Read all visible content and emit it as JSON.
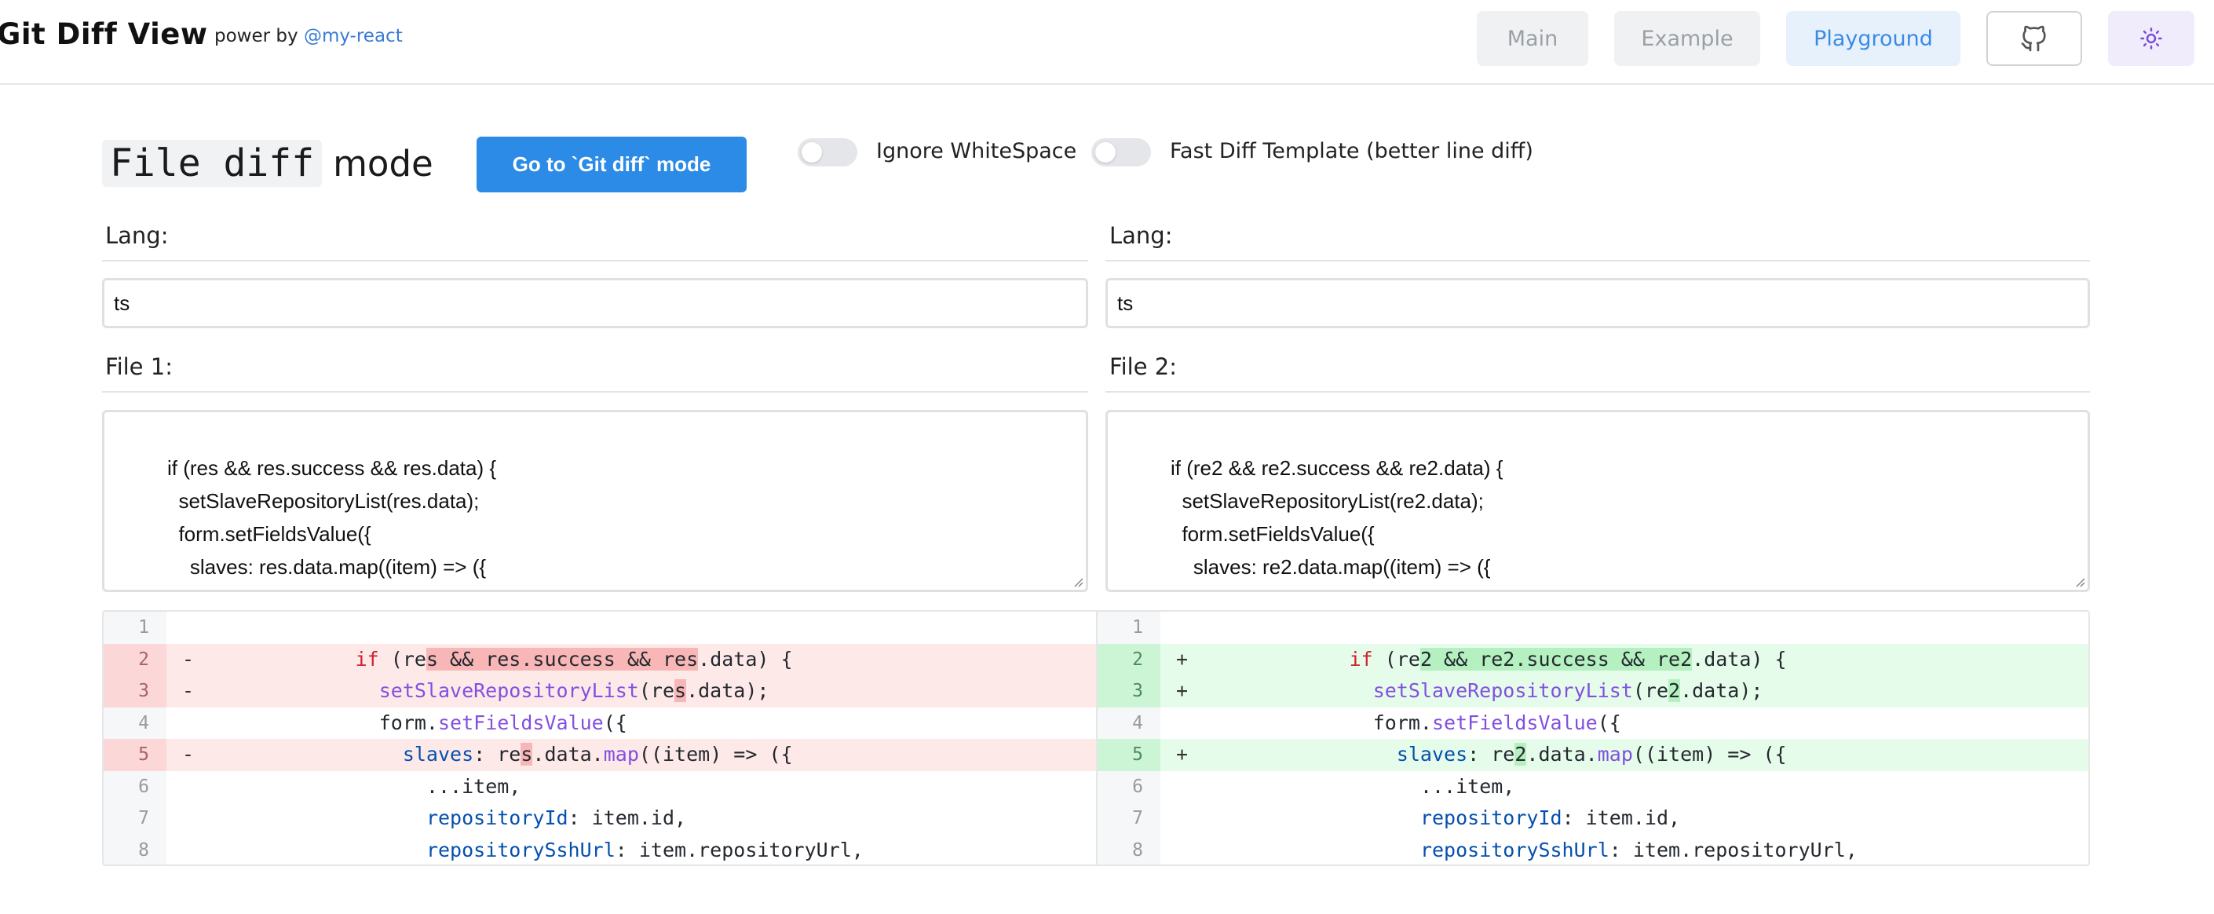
{
  "header": {
    "brand": "Git Diff View",
    "powered_prefix": "power by",
    "powered_link": "@my-react",
    "nav": {
      "main": "Main",
      "example": "Example",
      "playground": "Playground"
    },
    "icons": {
      "github": "github-icon",
      "theme": "sun-icon"
    },
    "colors": {
      "playground_text": "#3c8ae6",
      "theme_bg": "#f1ecfb"
    }
  },
  "controls": {
    "mode_code": "File diff",
    "mode_word": "mode",
    "switch_button": "Go to `Git diff` mode",
    "ignore_whitespace_label": "Ignore WhiteSpace",
    "ignore_whitespace_on": false,
    "fast_diff_label": "Fast Diff Template (better line diff)",
    "fast_diff_on": false,
    "accent": "#2b8be6"
  },
  "left": {
    "lang_label": "Lang:",
    "lang_value": "ts",
    "file_label": "File 1:",
    "file_text": "\nif (res && res.success && res.data) {\n  setSlaveRepositoryList(res.data);\n  form.setFieldsValue({\n    slaves: res.data.map((item) => ({"
  },
  "right": {
    "lang_label": "Lang:",
    "lang_value": "ts",
    "file_label": "File 2:",
    "file_text": "\nif (re2 && re2.success && re2.data) {\n  setSlaveRepositoryList(re2.data);\n  form.setFieldsValue({\n    slaves: re2.data.map((item) => ({"
  },
  "diff": {
    "colors": {
      "deleted": "#fee9e9",
      "added": "#e6fcea"
    },
    "left_rows": [
      {
        "num": "1",
        "sign": "",
        "type": "context"
      },
      {
        "num": "2",
        "sign": "-",
        "type": "del"
      },
      {
        "num": "3",
        "sign": "-",
        "type": "del"
      },
      {
        "num": "4",
        "sign": "",
        "type": "context"
      },
      {
        "num": "5",
        "sign": "-",
        "type": "del"
      },
      {
        "num": "6",
        "sign": "",
        "type": "context"
      },
      {
        "num": "7",
        "sign": "",
        "type": "context"
      },
      {
        "num": "8",
        "sign": "",
        "type": "context"
      }
    ],
    "right_rows": [
      {
        "num": "1",
        "sign": "",
        "type": "context"
      },
      {
        "num": "2",
        "sign": "+",
        "type": "add"
      },
      {
        "num": "3",
        "sign": "+",
        "type": "add"
      },
      {
        "num": "4",
        "sign": "",
        "type": "context"
      },
      {
        "num": "5",
        "sign": "+",
        "type": "add"
      },
      {
        "num": "6",
        "sign": "",
        "type": "context"
      },
      {
        "num": "7",
        "sign": "",
        "type": "context"
      },
      {
        "num": "8",
        "sign": "",
        "type": "context"
      }
    ],
    "tokens": {
      "if": "if",
      "open": " (",
      "l_res1": "re",
      "l_res1_hl": "s && res.success && res",
      "r_res1": "re",
      "r_res1_hl": "2 && re2.success && re2",
      "data_close": ".data) {",
      "setSlave": "setSlaveRepositoryList",
      "l_arg_pre": "(re",
      "l_arg_hl": "s",
      "r_arg_hl": "2",
      "arg_post": ".data);",
      "form": "form.",
      "setFields": "setFieldsValue",
      "form_post": "({",
      "slaves": "slaves",
      "colon_sp": ": ",
      "re": "re",
      "l_s": "s",
      "r_2": "2",
      "dot_data_dot": ".data.",
      "map": "map",
      "map_post": "((item) => ({",
      "spread": "...item,",
      "repoId": "repositoryId",
      "repoId_val": ": item.id,",
      "repoSsh": "repositorySshUrl",
      "repoSsh_val": ": item.repositoryUrl,"
    }
  }
}
